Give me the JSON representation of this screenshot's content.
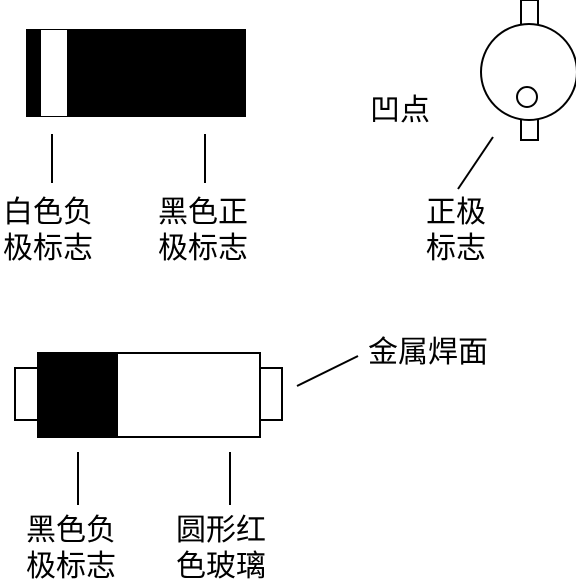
{
  "labels": {
    "white_negative": [
      "白色负",
      "极标志"
    ],
    "black_positive": [
      "黑色正",
      "极标志"
    ],
    "dimple": "凹点",
    "positive_mark": [
      "正极",
      "标志"
    ],
    "metal_solder": "金属焊面",
    "black_negative": [
      "黑色负",
      "极标志"
    ],
    "red_glass": [
      "圆形红",
      "色玻璃"
    ]
  },
  "colors": {
    "ink": "#000000",
    "paper": "#ffffff"
  }
}
